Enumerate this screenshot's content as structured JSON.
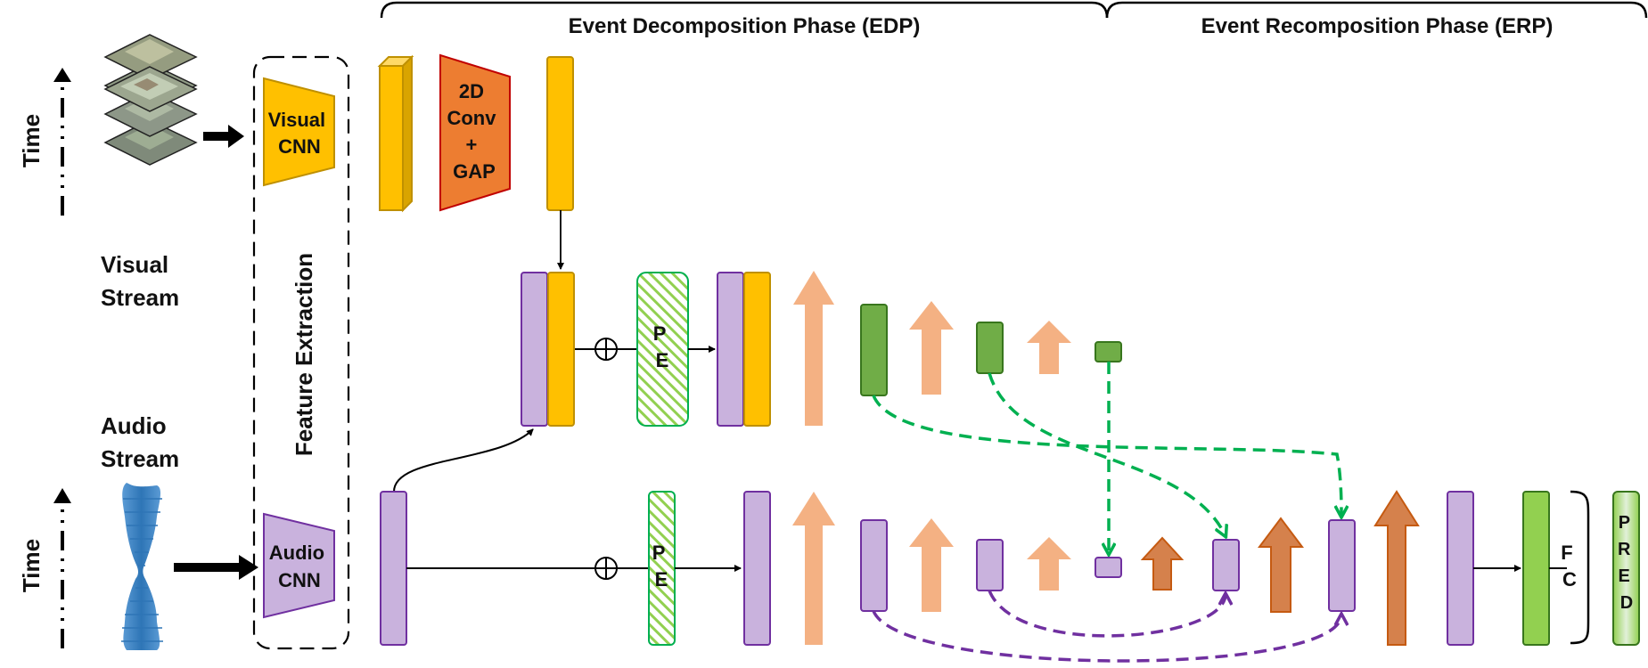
{
  "phases": {
    "edp": "Event Decomposition Phase (EDP)",
    "erp": "Event Recomposition Phase (ERP)"
  },
  "inputs": {
    "time_label": "Time",
    "visual_stream": [
      "Visual",
      "Stream"
    ],
    "audio_stream": [
      "Audio",
      "Stream"
    ]
  },
  "feature_extraction": {
    "title": "Feature Extraction",
    "visual_cnn": [
      "Visual",
      "CNN"
    ],
    "audio_cnn": [
      "Audio",
      "CNN"
    ]
  },
  "visual_branch": {
    "conv_block": [
      "2D",
      "Conv",
      "+",
      "GAP"
    ]
  },
  "modules": {
    "pe": [
      "P",
      "E"
    ],
    "fc": [
      "F",
      "C"
    ],
    "pred": [
      "P",
      "R",
      "E",
      "D"
    ]
  },
  "colors": {
    "visual_feature": "#ffc000",
    "audio_feature": "#c9b2dd",
    "audio_border": "#7030a0",
    "conv_block": "#ed7d31",
    "pe_hatch": "#92d050",
    "pe_border": "#00b050",
    "green_block": "#70ad47",
    "green_border": "#38761d",
    "light_arrow": "#f4b183",
    "dark_arrow": "#d5814c",
    "green_skip": "#00b050",
    "purple_skip": "#7030a0",
    "pred_fill": "#92d050"
  },
  "icons": {
    "frames": "video-frames-stack-icon",
    "waveform": "audio-waveform-icon",
    "sum": "circled-plus-icon"
  }
}
